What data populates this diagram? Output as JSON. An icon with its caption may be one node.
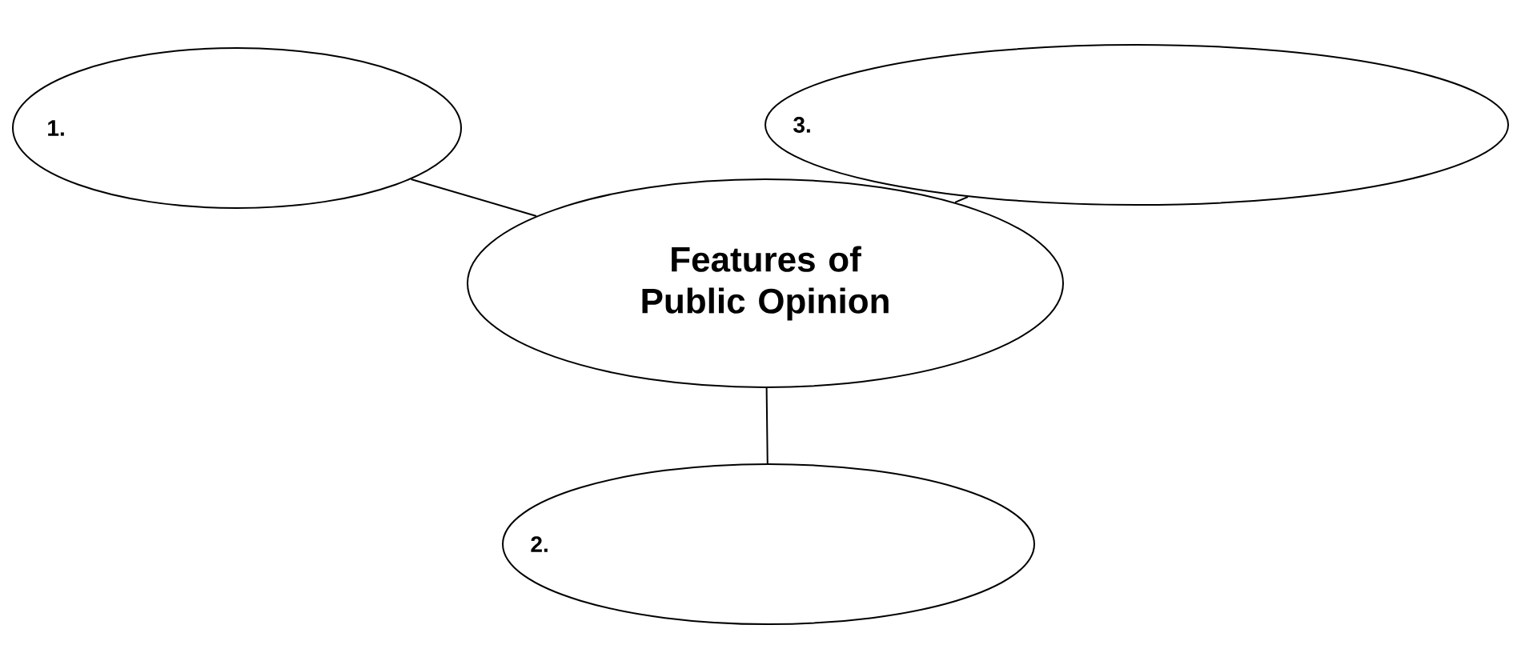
{
  "diagram": {
    "nodes": [
      {
        "text": [
          "1."
        ]
      },
      {
        "text": [
          "3."
        ]
      },
      {
        "text": [
          "Features of Public Opinion"
        ]
      },
      {
        "text": [
          "2."
        ]
      }
    ],
    "edges": [
      {
        "from": 2,
        "to": 0,
        "arrow": "none"
      },
      {
        "from": 2,
        "to": 1,
        "arrow": "none"
      },
      {
        "from": 2,
        "to": 3,
        "arrow": "none"
      }
    ]
  }
}
